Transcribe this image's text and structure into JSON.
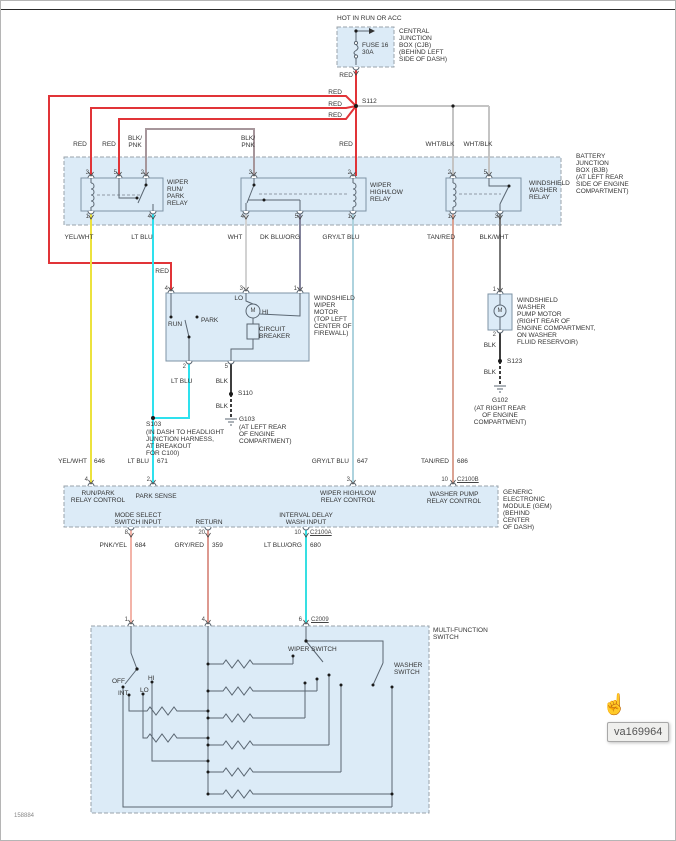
{
  "colors": {
    "wire_red": "#e13438",
    "wire_yel_wht": "#ece23d",
    "wire_lt_blu": "#2ee1ee",
    "wire_wht": "#d2d2d2",
    "wire_dk_blu_org": "#83839b",
    "wire_gry_lt_blu": "#aed3de",
    "wire_tan_red": "#dba393",
    "wire_blk_wht": "#777777",
    "wire_wht_blk": "#c4c4c4",
    "wire_blk_pnk": "#a6969b",
    "wire_blk": "#3d3d3d",
    "wire_pnk_yel": "#f3b4a9",
    "wire_gry_red": "#dd9990",
    "wire_lt_blu_org": "#36dfe2",
    "box_fill": "#dcebf7",
    "box_stroke": "#8a9aa8"
  },
  "power": {
    "hot": "HOT IN RUN OR ACC",
    "fuse": "FUSE 16\n30A",
    "cjb_note": "CENTRAL\nJUNCTION\nBOX (CJB)\n(BEHIND LEFT\nSIDE OF DASH)",
    "s112": "S112"
  },
  "wires": {
    "red": "RED",
    "blk_pnk": "BLK/\nPNK",
    "wht_blk": "WHT/BLK",
    "yel_wht": "YEL/WHT",
    "lt_blu": "LT BLU",
    "wht": "WHT",
    "dk_blu_org": "DK BLU/ORG",
    "gry_lt_blu": "GRY/LT BLU",
    "tan_red": "TAN/RED",
    "blk_wht": "BLK/WHT",
    "blk": "BLK",
    "pnk_yel": "PNK/YEL",
    "gry_red": "GRY/RED",
    "lt_blu_org": "LT BLU/ORG"
  },
  "circuits": {
    "c646": "646",
    "c671": "671",
    "c647": "647",
    "c686": "686",
    "c684": "684",
    "c359": "359",
    "c680": "680"
  },
  "pins": {
    "p1": "1",
    "p2": "2",
    "p3": "3",
    "p4": "4",
    "p5": "5",
    "p6": "6",
    "p8": "8",
    "p10": "10",
    "p20": "20"
  },
  "connectors": {
    "c2100a": "C2100A",
    "c2100b": "C2100B",
    "c2009": "C2009"
  },
  "bjb": {
    "note": "BATTERY\nJUNCTION\nBOX (BJB)\n(AT LEFT REAR\nSIDE OF ENGINE\nCOMPARTMENT)",
    "relay_run_park": "WIPER\nRUN/\nPARK\nRELAY",
    "relay_high_low": "WIPER\nHIGH/LOW\nRELAY",
    "relay_washer": "WINDSHIELD\nWASHER\nRELAY"
  },
  "motor": {
    "note": "WINDSHIELD\nWIPER\nMOTOR\n(TOP LEFT\nCENTER OF\nFIREWALL)",
    "run": "RUN",
    "park": "PARK",
    "lo": "LO",
    "hi": "HI",
    "m": "M",
    "cb": "CIRCUIT\nBREAKER"
  },
  "pump": {
    "note": "WINDSHIELD\nWASHER\nPUMP MOTOR\n(RIGHT REAR OF\nENGINE COMPARTMENT,\nON WASHER\nFLUID RESERVOIR)",
    "m": "M"
  },
  "grounds": {
    "s110": "S110",
    "s103": "S103",
    "s123": "S123",
    "g103": "G103",
    "g103_note": "(AT LEFT REAR\nOF ENGINE\nCOMPARTMENT)",
    "g102": "G102",
    "g102_note": "(AT RIGHT REAR\nOF ENGINE\nCOMPARTMENT)",
    "s103_note": "(IN DASH TO HEADLIGHT\nJUNCTION HARNESS,\nAT BREAKOUT\nFOR C100)"
  },
  "gem": {
    "note": "GENERIC\nELECTRONIC\nMODULE (GEM)\n(BEHIND\nCENTER\nOF DASH)",
    "run_park": "RUN/PARK\nRELAY CONTROL",
    "park_sense": "PARK SENSE",
    "high_low": "WIPER HIGH/LOW\nRELAY CONTROL",
    "washer_ctl": "WASHER PUMP\nRELAY CONTROL",
    "mode_select": "MODE SELECT\nSWITCH INPUT",
    "return": "RETURN",
    "interval": "INTERVAL DELAY\nWASH INPUT"
  },
  "mfs": {
    "note": "MULTI-FUNCTION\nSWITCH",
    "wiper": "WIPER SWITCH",
    "washer": "WASHER\nSWITCH",
    "off": "OFF",
    "int": "INT",
    "hi": "HI",
    "lo": "LO"
  },
  "misc": {
    "footer": "158884",
    "tooltip": "va169964"
  },
  "icons": {
    "hand_cursor": "☝"
  }
}
